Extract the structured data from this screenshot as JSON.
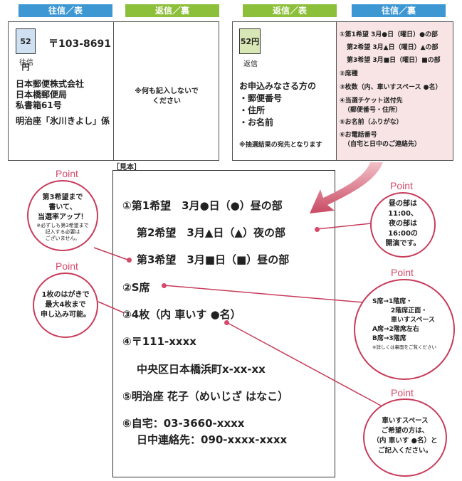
{
  "tabs": {
    "t1": "往信／表",
    "t2": "返信／裏",
    "t3": "返信／表",
    "t4": "往信／裏"
  },
  "card1": {
    "stamp": "52円",
    "stamp_label": "往信",
    "postal": "〒103-8691",
    "address": [
      "日本郵便株式会社",
      "日本橋郵便局",
      "私書箱61号"
    ],
    "recipient": "明治座「氷川きよし」係"
  },
  "card2": {
    "note": [
      "※何も記入しないで",
      "ください"
    ]
  },
  "card3": {
    "stamp": "52円",
    "stamp_label": "返信",
    "heading": "お申込みなさる方の",
    "items": [
      "・郵便番号",
      "・住所",
      "・お名前"
    ],
    "note": "※抽選結果の宛先となります"
  },
  "card4": {
    "lines": [
      "①第1希望 3月●日（曜日）●の部",
      "第2希望 3月▲日（曜日）▲の部",
      "第3希望 3月■日（曜日）■の部",
      "②席種",
      "③枚数（内、車いすスペース ●名）",
      "④当選チケット送付先",
      "（郵便番号・住所）",
      "⑤お名前（ふりがな）",
      "⑥お電話番号",
      "（自宅と日中のご連絡先）"
    ]
  },
  "sample": {
    "label": "［見本］",
    "rows": [
      "①第1希望　3月●日（●）昼の部",
      "第2希望　3月▲日（▲）夜の部",
      "第3希望　3月■日（■）昼の部",
      "②S席",
      "③4枚（内 車いす ●名）",
      "④〒111-xxxx",
      "中央区日本橋浜町x-xx-xx",
      "⑤明治座 花子（めいじざ はなこ）",
      "⑥自宅：03-3660-xxxx",
      "日中連絡先：090-xxxx-xxxx"
    ]
  },
  "points": {
    "label": "Point",
    "p1": {
      "lines": [
        "第3希望まで",
        "書いて、",
        "当選率アップ！"
      ],
      "small": [
        "※必ずしも第3希望まで",
        "記入する必要は",
        "ございません。"
      ]
    },
    "p2": {
      "lines": [
        "1枚のはがきで",
        "最大4枚まで",
        "申し込み可能。"
      ]
    },
    "p3": {
      "lines": [
        "昼の部は",
        "11:00、",
        "夜の部は",
        "16:00の",
        "開演です。"
      ]
    },
    "p4": {
      "lines": [
        "S席→1階席・",
        "2階席正面・",
        "車いすスペース",
        "A席→2階席左右",
        "B席→3階席"
      ],
      "small": "※詳しくは裏面をご覧ください"
    },
    "p5": {
      "lines": [
        "車いすスペース",
        "ご希望の方は、",
        "（内 車いす ●名）と",
        "ご記入ください。"
      ]
    }
  },
  "colors": {
    "accent": "#c73c5a",
    "blue_tab": "#3d97d3",
    "green_tab": "#8cbf3a",
    "pink_panel": "#f8e4e4"
  }
}
